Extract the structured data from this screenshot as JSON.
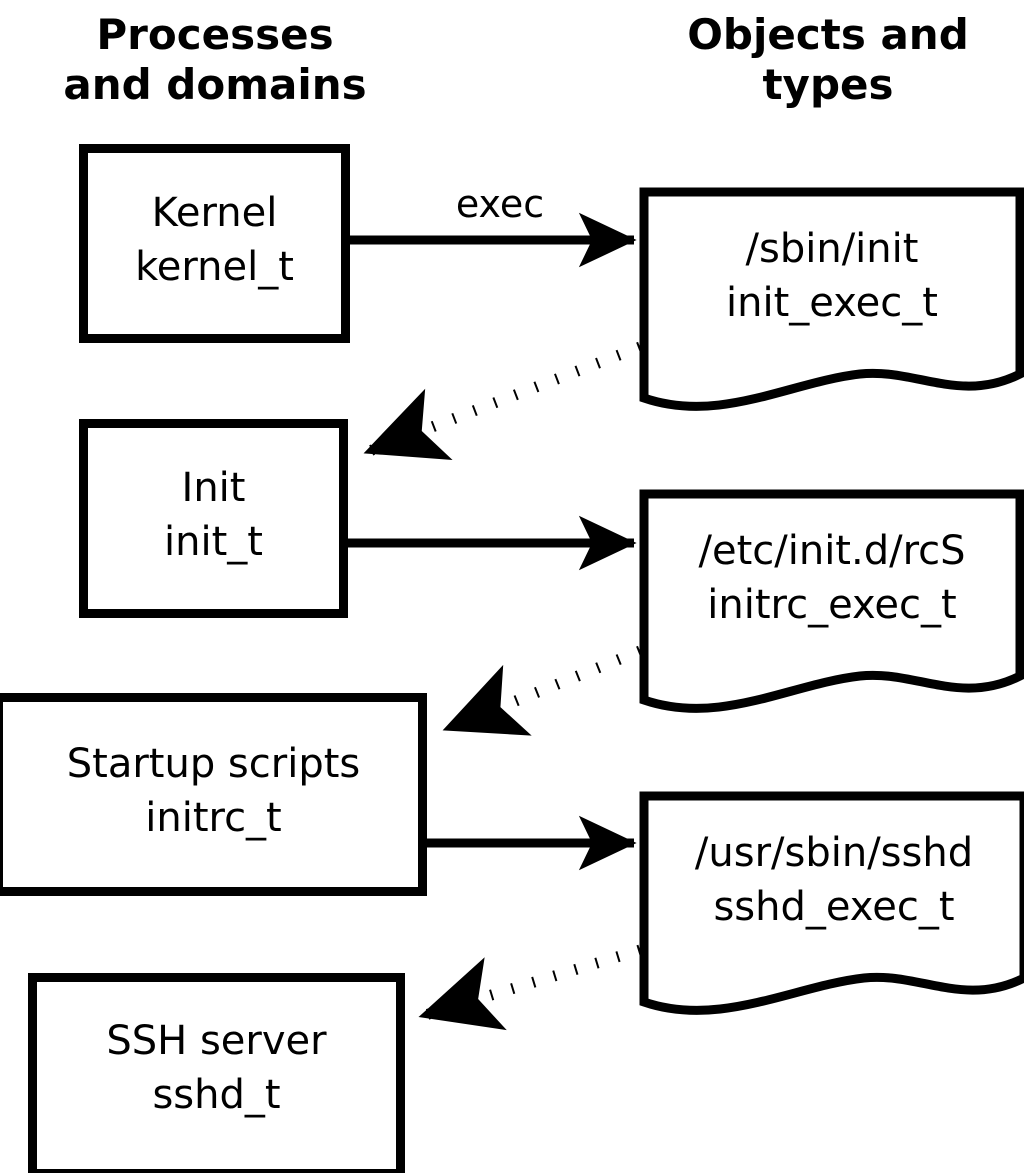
{
  "diagram": {
    "title_left": "Processes\nand domains",
    "title_right": "Objects and\ntypes",
    "colors": {
      "stroke": "#000000",
      "fill": "#ffffff",
      "text": "#000000"
    },
    "processes": [
      {
        "id": "kernel",
        "line1": "Kernel",
        "line2": "kernel_t",
        "label": "Kernel\nkernel_t"
      },
      {
        "id": "init",
        "line1": "Init",
        "line2": "init_t",
        "label": "Init\ninit_t"
      },
      {
        "id": "initrc",
        "line1": "Startup scripts",
        "line2": "initrc_t",
        "label": "Startup scripts\ninitrc_t"
      },
      {
        "id": "sshd",
        "line1": "SSH server",
        "line2": "sshd_t",
        "label": "SSH server\nsshd_t"
      }
    ],
    "objects": [
      {
        "id": "init_exec",
        "line1": "/sbin/init",
        "line2": "init_exec_t",
        "label": "/sbin/init\ninit_exec_t"
      },
      {
        "id": "initrc_exec",
        "line1": "/etc/init.d/rcS",
        "line2": "initrc_exec_t",
        "label": "/etc/init.d/rcS\ninitrc_exec_t"
      },
      {
        "id": "sshd_exec",
        "line1": "/usr/sbin/sshd",
        "line2": "sshd_exec_t",
        "label": "/usr/sbin/sshd\nsshd_exec_t"
      }
    ],
    "edges": [
      {
        "id": "kernel-exec-init-exec",
        "from": "kernel",
        "to": "init_exec",
        "style": "solid",
        "label": "exec"
      },
      {
        "id": "init-exec-to-init",
        "from": "init_exec",
        "to": "init",
        "style": "dotted",
        "label": ""
      },
      {
        "id": "init-exec-initrc-exec",
        "from": "init",
        "to": "initrc_exec",
        "style": "solid",
        "label": ""
      },
      {
        "id": "initrc-exec-to-initrc",
        "from": "initrc_exec",
        "to": "initrc",
        "style": "dotted",
        "label": ""
      },
      {
        "id": "initrc-exec-sshd-exec",
        "from": "initrc",
        "to": "sshd_exec",
        "style": "solid",
        "label": ""
      },
      {
        "id": "sshd-exec-to-sshd",
        "from": "sshd_exec",
        "to": "sshd",
        "style": "dotted",
        "label": ""
      }
    ]
  }
}
